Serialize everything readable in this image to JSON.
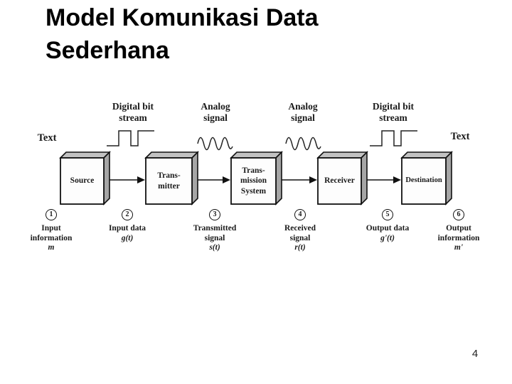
{
  "slide": {
    "title": {
      "line1": "Model Komunikasi Data",
      "line2": "Sederhana"
    },
    "page_number": "4"
  },
  "diagram": {
    "source_text_label": "Text",
    "destination_text_label": "Text",
    "signal_labels": [
      {
        "line1": "Digital bit",
        "line2": "stream",
        "waveform": "square"
      },
      {
        "line1": "Analog",
        "line2": "signal",
        "waveform": "sine"
      },
      {
        "line1": "Analog",
        "line2": "signal",
        "waveform": "sine"
      },
      {
        "line1": "Digital bit",
        "line2": "stream",
        "waveform": "square"
      }
    ],
    "boxes": [
      {
        "lines": [
          "Source"
        ]
      },
      {
        "lines": [
          "Trans-",
          "mitter"
        ]
      },
      {
        "lines": [
          "Trans-",
          "mission",
          "System"
        ]
      },
      {
        "lines": [
          "Receiver"
        ]
      },
      {
        "lines": [
          "Destination"
        ]
      }
    ],
    "points": [
      {
        "number": "1",
        "lines": [
          "Input",
          "information"
        ],
        "formula": "m"
      },
      {
        "number": "2",
        "lines": [
          "Input data"
        ],
        "formula": "g(t)"
      },
      {
        "number": "3",
        "lines": [
          "Transmitted",
          "signal"
        ],
        "formula": "s(t)"
      },
      {
        "number": "4",
        "lines": [
          "Received",
          "signal"
        ],
        "formula": "r(t)"
      },
      {
        "number": "5",
        "lines": [
          "Output data"
        ],
        "formula": "g'(t)"
      },
      {
        "number": "6",
        "lines": [
          "Output",
          "information"
        ],
        "formula": "m'"
      }
    ],
    "colors": {
      "line": "#111111",
      "box_front": "#fdfdfd",
      "box_top": "#c2c2c2",
      "box_side": "#a6a6a6"
    }
  }
}
